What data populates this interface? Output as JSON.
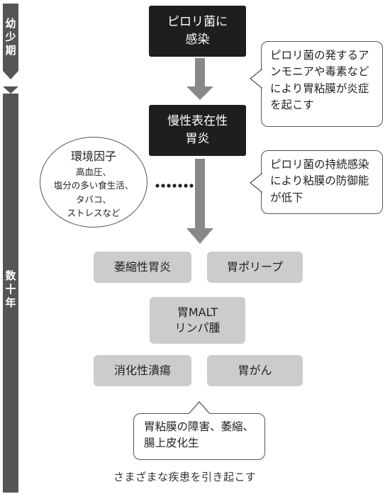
{
  "timeline": {
    "childhood": [
      "幼",
      "少",
      "期"
    ],
    "decades": [
      "数",
      "十",
      "年"
    ]
  },
  "steps": {
    "infection": "ピロリ菌に\n感染",
    "chronic_gastritis": "慢性表在性\n胃炎"
  },
  "callouts": {
    "inflammation": "ピロリ菌の発するアンモニアや毒素などにより胃粘膜が炎症を起こす",
    "defense_decline": "ピロリ菌の持続感染により粘膜の防御能が低下",
    "mucosa_damage": "胃粘膜の障害、萎縮、腸上皮化生"
  },
  "environment": {
    "title": "環境因子",
    "lines": [
      "高血圧、",
      "塩分の多い食生活、",
      "タバコ、",
      "ストレスなど"
    ]
  },
  "diseases": {
    "atrophic_gastritis": "萎縮性胃炎",
    "gastric_polyp": "胃ポリープ",
    "malt_lymphoma": "胃MALT\nリンパ腫",
    "peptic_ulcer": "消化性潰瘍",
    "gastric_cancer": "胃がん"
  },
  "footer": "さまざまな疾患を引き起こす",
  "colors": {
    "dark_box": "#1e1e1e",
    "gray_box": "#cccccc",
    "arrow": "#888888",
    "timeline": "#555555"
  }
}
